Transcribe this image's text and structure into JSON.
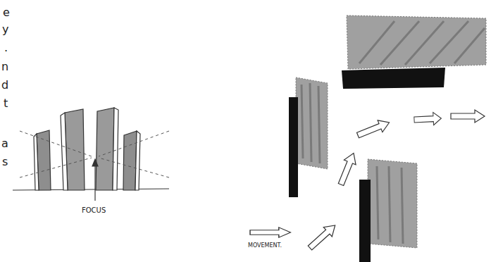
{
  "diagram": {
    "labels": [
      "e",
      "y",
      ".",
      "n",
      "d",
      "t",
      "a",
      "s",
      "FOCUS",
      "MOVEMENT."
    ]
  }
}
